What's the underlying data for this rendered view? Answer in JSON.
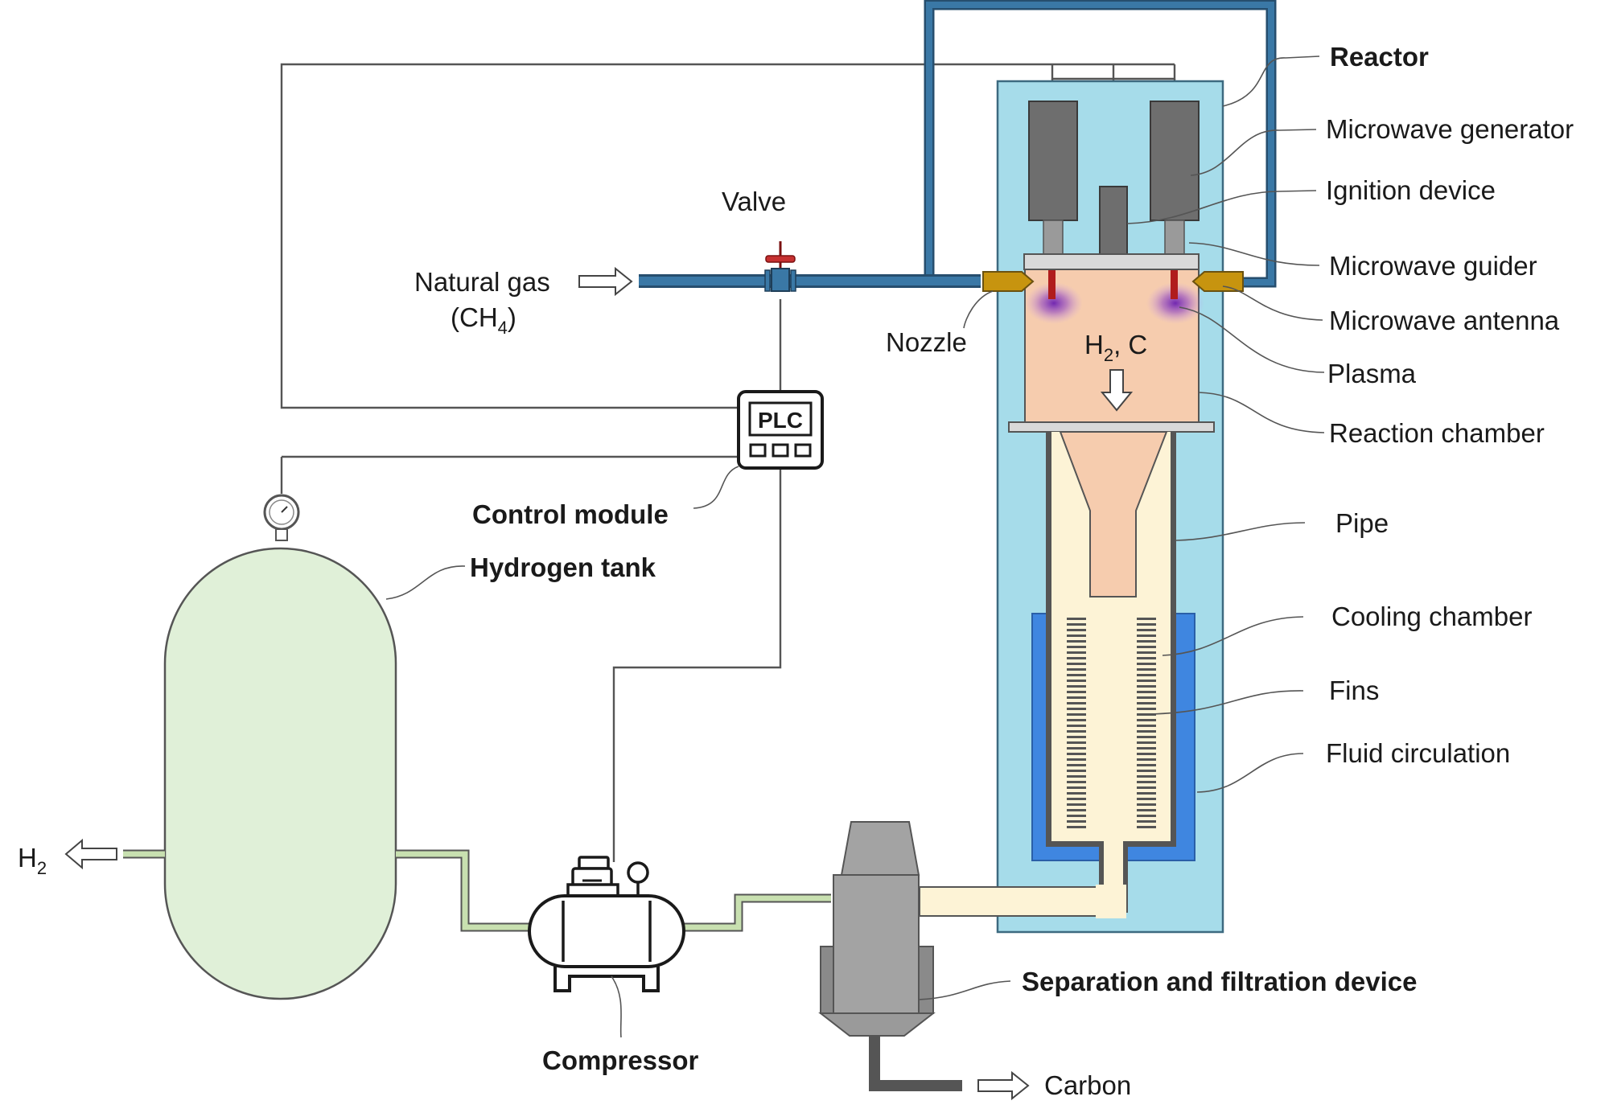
{
  "labels": {
    "reactor": "Reactor",
    "microwave_generator": "Microwave generator",
    "ignition_device": "Ignition device",
    "microwave_guider": "Microwave guider",
    "microwave_antenna": "Microwave antenna",
    "plasma": "Plasma",
    "reaction_chamber": "Reaction chamber",
    "pipe": "Pipe",
    "cooling_chamber": "Cooling chamber",
    "fins": "Fins",
    "fluid_circulation": "Fluid circulation",
    "valve": "Valve",
    "natural_gas": "Natural gas",
    "natural_gas_formula_main": "(CH",
    "natural_gas_formula_sub": "4",
    "natural_gas_formula_end": ")",
    "nozzle": "Nozzle",
    "products_main": "H",
    "products_sub": "2",
    "products_end": ", C",
    "plc": "PLC",
    "control_module": "Control module",
    "hydrogen_tank": "Hydrogen tank",
    "h2_out_main": "H",
    "h2_out_sub": "2",
    "compressor": "Compressor",
    "separation_device": "Separation and filtration device",
    "carbon": "Carbon"
  },
  "colors": {
    "reactor_housing": "#a6dcea",
    "gas_pipe": "#3a78a6",
    "generator": "#6e6e6e",
    "reaction_chamber": "#f6ccae",
    "cooling_pipe": "#fdf3d6",
    "fluid_circulation": "#3f86e0",
    "hydrogen_tank": "#e0f0d8",
    "hydrogen_line": "#c8e0b0",
    "separator": "#a3a3a3",
    "nozzle": "#c7940f",
    "antenna": "#b01c1c",
    "plasma": "#8a3fc8"
  }
}
